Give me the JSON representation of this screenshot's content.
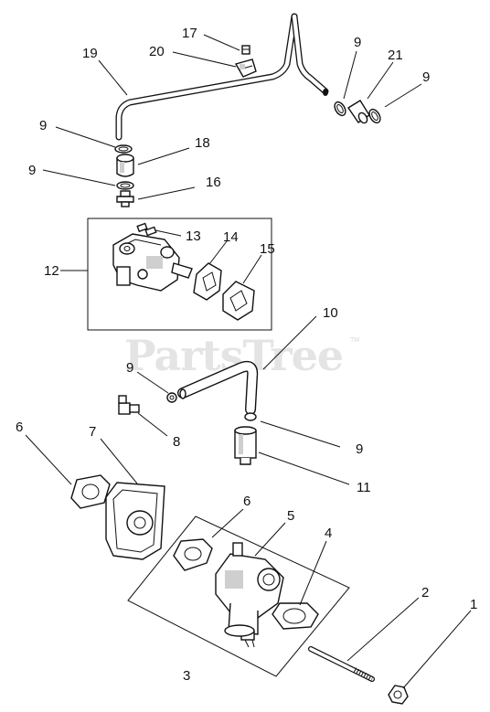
{
  "watermark": {
    "text": "PartsTree",
    "mark": "TM"
  },
  "callouts": [
    "1",
    "2",
    "3",
    "4",
    "5",
    "6",
    "6",
    "7",
    "8",
    "9",
    "9",
    "9",
    "9",
    "9",
    "9",
    "10",
    "11",
    "12",
    "13",
    "14",
    "15",
    "16",
    "17",
    "18",
    "19",
    "20",
    "21"
  ]
}
